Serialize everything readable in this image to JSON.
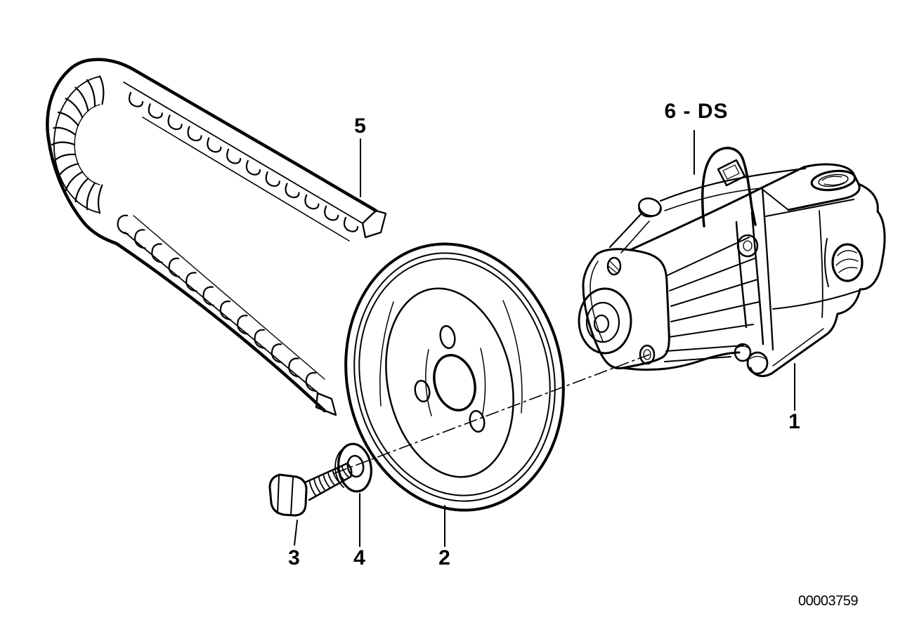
{
  "diagram": {
    "background_color": "#ffffff",
    "line_color": "#000000",
    "drawing_number": "00003759",
    "callouts": {
      "c1": {
        "label": "1",
        "part": "vane-pump"
      },
      "c2": {
        "label": "2",
        "part": "pulley"
      },
      "c3": {
        "label": "3",
        "part": "hex-bolt"
      },
      "c4": {
        "label": "4",
        "part": "washer"
      },
      "c5": {
        "label": "5",
        "part": "v-belt"
      },
      "c6": {
        "label": "6 - DS",
        "part": "pump-bracket"
      }
    }
  }
}
